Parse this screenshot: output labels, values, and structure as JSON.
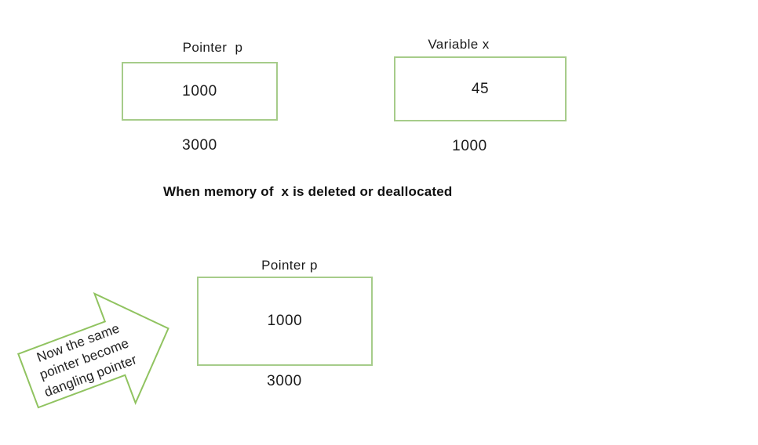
{
  "colors": {
    "background": "#ffffff",
    "box_border": "#a6cc8a",
    "arrow_border": "#90c360",
    "text": "#1b1b1b"
  },
  "before_deletion": {
    "pointer_cell": {
      "label": "Pointer  p",
      "value": "1000",
      "address": "3000"
    },
    "variable_cell": {
      "label": "Variable x",
      "value": "45",
      "address": "1000"
    }
  },
  "caption": "When memory of  x is deleted or deallocated",
  "after_deletion": {
    "pointer_cell": {
      "label": "Pointer p",
      "value": "1000",
      "address": "3000"
    }
  },
  "arrow_note": {
    "lines": [
      "Now the same",
      "pointer become",
      "dangling pointer"
    ]
  }
}
